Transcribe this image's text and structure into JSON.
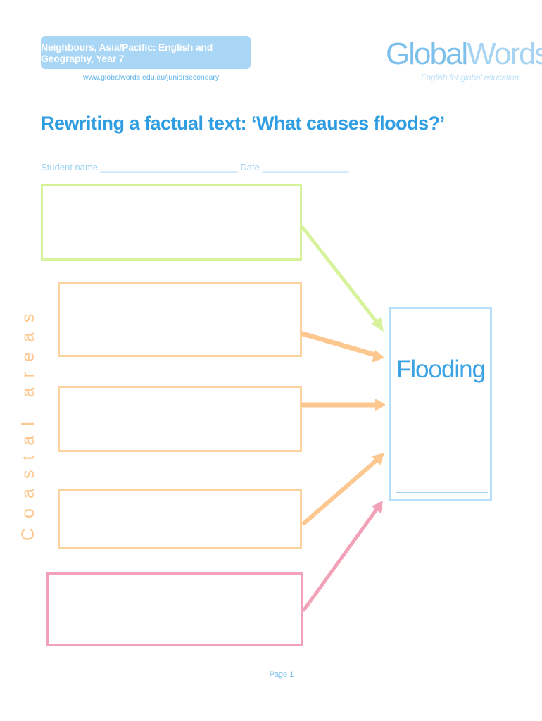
{
  "header": {
    "banner_text": "Neighbours, Asia/Pacific: English and Geography, Year 7",
    "url": "www.globalwords.edu.au/juniorsecondary"
  },
  "logo": {
    "name_part1": "Global",
    "name_part2": "Words",
    "tagline": "English for global education"
  },
  "title": "Rewriting a factual text: ‘What causes floods?’",
  "student_line": "Student name ___________________________ Date _________________",
  "side_label": "Coastal areas",
  "result_box": {
    "label": "Flooding"
  },
  "footer": {
    "page_label": "Page 1"
  },
  "colors": {
    "green": "#d6f29b",
    "orange": "#fcd39f",
    "pink": "#f2a2b8",
    "blue": "#b5e0f7",
    "title_blue": "#2f9de2"
  }
}
